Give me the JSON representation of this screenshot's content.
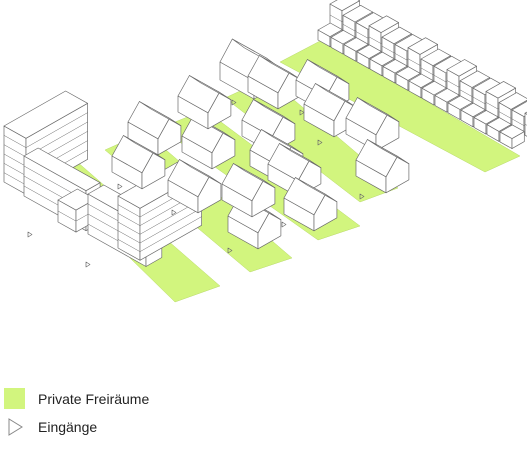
{
  "colors": {
    "private_open_space": "#d2f57e",
    "building_line": "#6b6b6b",
    "building_fill": "#ffffff",
    "background": "#ffffff"
  },
  "legend": {
    "items": [
      {
        "label": "Private Freiräume",
        "symbol": "green-square"
      },
      {
        "label": "Eingänge",
        "symbol": "triangle-outline"
      }
    ]
  }
}
